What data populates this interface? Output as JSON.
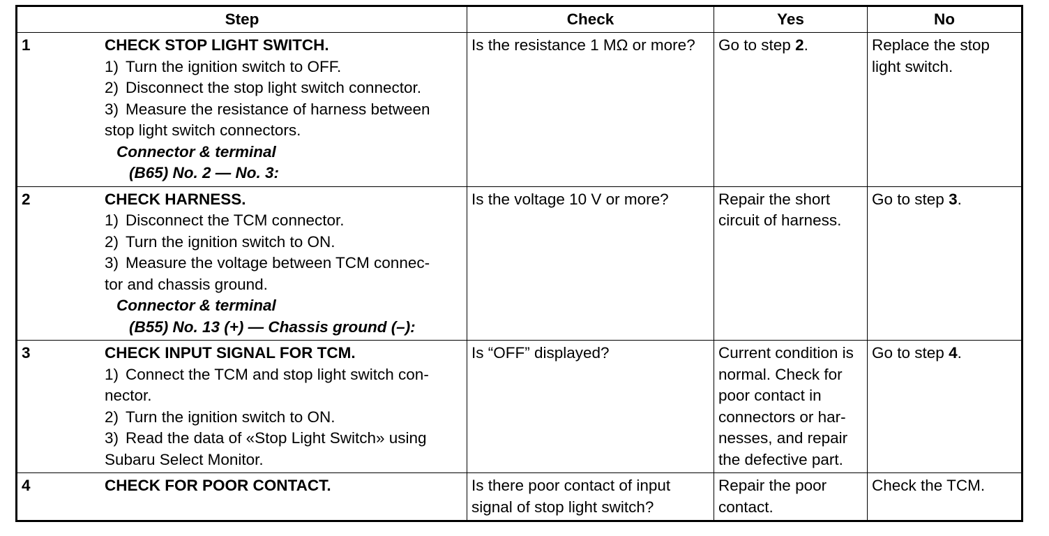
{
  "headers": {
    "step": "Step",
    "check": "Check",
    "yes": "Yes",
    "no": "No"
  },
  "rows": [
    {
      "num": "1",
      "title": "CHECK STOP LIGHT SWITCH.",
      "items": [
        {
          "n": "1)",
          "text": "Turn the ignition switch to OFF."
        },
        {
          "n": "2)",
          "text": "Disconnect the stop light switch connector."
        },
        {
          "n": "3)",
          "text": "Measure the resistance of harness between",
          "cont": "stop light switch connectors."
        }
      ],
      "connector_label": "Connector & terminal",
      "connector_value": "(B65) No. 2 — No. 3:",
      "check": "Is the resistance 1 MΩ or more?",
      "yes_prefix": "Go to step ",
      "yes_ref": "2",
      "yes_suffix": ".",
      "no": "Replace the stop light switch."
    },
    {
      "num": "2",
      "title": "CHECK HARNESS.",
      "items": [
        {
          "n": "1)",
          "text": "Disconnect the TCM connector."
        },
        {
          "n": "2)",
          "text": "Turn the ignition switch to ON."
        },
        {
          "n": "3)",
          "text": "Measure the voltage between TCM connec-",
          "cont": "tor and chassis ground."
        }
      ],
      "connector_label": "Connector & terminal",
      "connector_value": "(B55) No. 13 (+) — Chassis ground (–):",
      "check": "Is the voltage 10 V or more?",
      "yes": "Repair the short circuit of harness.",
      "no_prefix": "Go to step ",
      "no_ref": "3",
      "no_suffix": "."
    },
    {
      "num": "3",
      "title": "CHECK INPUT SIGNAL FOR TCM.",
      "items": [
        {
          "n": "1)",
          "text": "Connect the TCM and stop light switch con-",
          "cont": "nector."
        },
        {
          "n": "2)",
          "text": "Turn the ignition switch to ON."
        },
        {
          "n": "3)",
          "text": "Read the data of «Stop Light Switch» using",
          "cont": "Subaru Select Monitor."
        }
      ],
      "check": "Is “OFF” displayed?",
      "yes": "Current condition is normal. Check for poor contact in connectors or har-nesses, and repair the defective part.",
      "no_prefix": "Go to step ",
      "no_ref": "4",
      "no_suffix": "."
    },
    {
      "num": "4",
      "title": "CHECK FOR POOR CONTACT.",
      "check": "Is there poor contact of input signal of stop light switch?",
      "yes": "Repair the poor contact.",
      "no": "Check the TCM."
    }
  ]
}
